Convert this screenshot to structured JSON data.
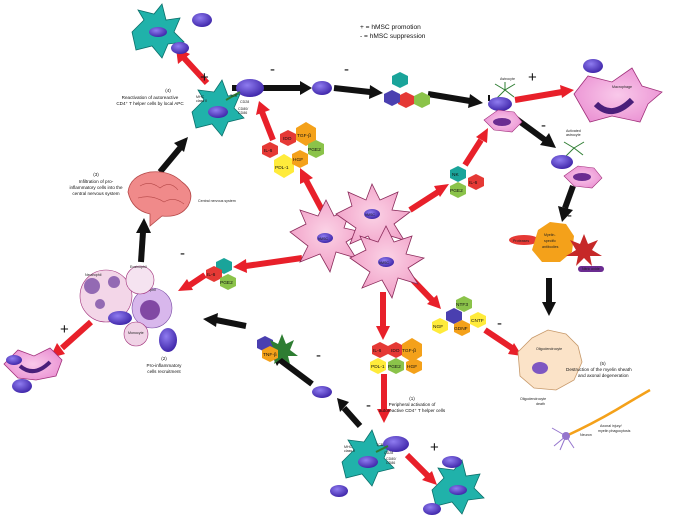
{
  "legend": {
    "promotion": "+ = hMSC promotion",
    "suppression": "- = hMSC suppression"
  },
  "hmsc": {
    "label": "hMSC"
  },
  "steps": {
    "peripheral": {
      "number": "(1)",
      "line1": "Peripheral activation of",
      "line2": "autoreactive CD4⁺ T helper cells"
    },
    "recruitment": {
      "number": "(2)",
      "line1": "Pro-inflammatory",
      "line2": "cells recruitment"
    },
    "infiltration": {
      "number": "(3)",
      "line1": "Infiltration of pro-",
      "line2": "inflammatory cells into the",
      "line3": "central nervous system"
    },
    "reactivation": {
      "number": "(4)",
      "line1": "Reactivation of autoreactive",
      "line2": "CD4⁺ T helper cells by local APC"
    },
    "destruction": {
      "number": "(5)",
      "line1": "Destruction of the myelin sheath",
      "line2": "and axonal degeneration"
    }
  },
  "labels": {
    "cns": "Central nervous system",
    "astrocyte": "Astrocyte",
    "activated_astrocyte_1": "Activated",
    "activated_astrocyte_2": "astrocyte",
    "oligodendrocyte": "Oligodendrocyte",
    "oligo_death_1": "Oligodendrocyte",
    "oligo_death_2": "death",
    "neuron": "Neuron",
    "axonal_1": "Axonal injury/",
    "axonal_2": "myelin phagocytosis",
    "myelin_1": "Myelin-",
    "myelin_2": "specific",
    "myelin_3": "antibodies",
    "proteases": "Proteases",
    "nitric_oxide": "Nitric oxide",
    "neutrophil": "Neutrophil",
    "basophil": "Basophil",
    "eosinophil": "Eosinophil",
    "monocyte": "Monocyte",
    "macrophage": "Macrophage"
  },
  "molecules": {
    "tgfb": "TGF-β",
    "pge2": "PGE2",
    "hgf": "HGF",
    "pdl1": "PDL-1",
    "il6": "IL-6",
    "ido": "IDO",
    "tnfb": "TNF-β",
    "ntf3": "NTF3",
    "cntf": "CNTF",
    "ngf": "NGF",
    "gdnf": "GDNF",
    "il10": "IL-10",
    "nk": "NK"
  },
  "receptors": {
    "mhc": "MHC",
    "class": "class II",
    "tcr": "TCR",
    "cd28": "CD28",
    "cd80": "CD80/",
    "cd86": "CD86"
  },
  "signs": {
    "plus": "+",
    "minus": "-"
  },
  "colors": {
    "arrow_black": "#111111",
    "arrow_red": "#e8202a",
    "hmsc_pink": "#f7b6d2",
    "apc_teal": "#20b2aa",
    "cell_purple": "#5a3fc8",
    "macrophage_pink": "#f3a6dd",
    "molecule_orange": "#f4a11a",
    "molecule_red": "#e53935",
    "molecule_green": "#8bc34a",
    "molecule_teal": "#1aa49a"
  }
}
